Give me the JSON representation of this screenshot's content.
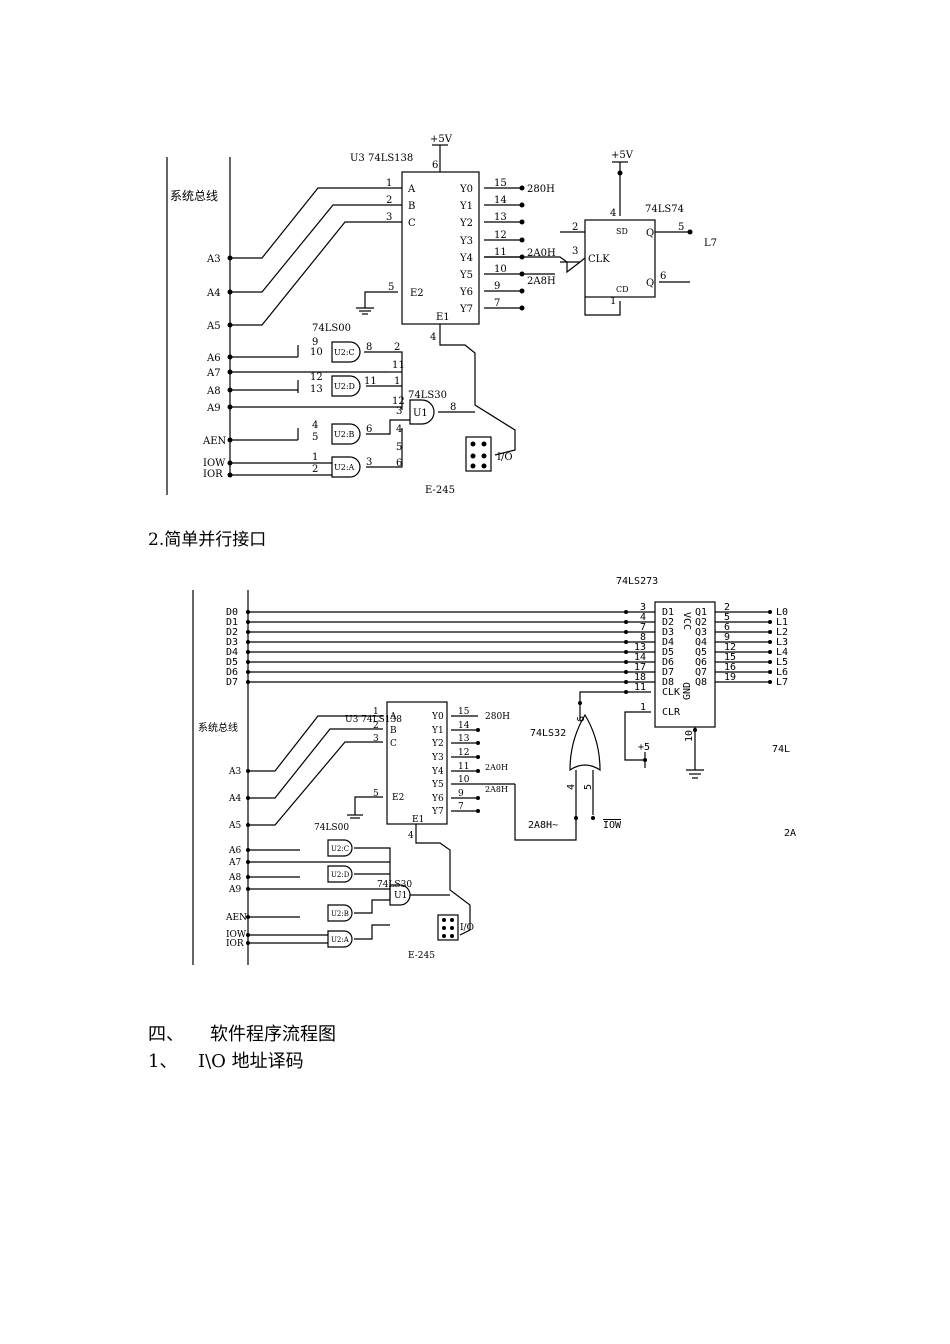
{
  "diagram1": {
    "bus_label": "系统总线",
    "chip_u3": "U3 74LS138",
    "vcc": "+5V",
    "vcc_pin": "6",
    "inputs": [
      "A",
      "B",
      "C"
    ],
    "input_pins": [
      "1",
      "2",
      "3"
    ],
    "e2_label": "E2",
    "e2_pin": "5",
    "e1_label": "E1",
    "e1_pin": "4",
    "outputs": [
      "Y0",
      "Y1",
      "Y2",
      "Y3",
      "Y4",
      "Y5",
      "Y6",
      "Y7"
    ],
    "output_pins": [
      "15",
      "14",
      "13",
      "12",
      "11",
      "10",
      "9",
      "7"
    ],
    "addr_280": "280H",
    "addr_2a0": "2A0H",
    "addr_2a8": "2A8H",
    "bus_signals": [
      "A3",
      "A4",
      "A5",
      "A6",
      "A7",
      "A8",
      "A9",
      "AEN",
      "IOW",
      "IOR"
    ],
    "chip_74ls00": "74LS00",
    "gates": [
      "U2:C",
      "U2:D",
      "U2:B",
      "U2:A"
    ],
    "chip_74ls30": "74LS30",
    "u1": "U1",
    "ff_chip": "74LS74",
    "ff_vcc": "+5V",
    "clk": "CLK",
    "q_out": "L7",
    "sd": "SD",
    "cd": "CD",
    "q": "Q",
    "qbar": "Q",
    "jumper": "E-245",
    "io": "I/O",
    "pins": {
      "ff_d": "2",
      "ff_clk": "3",
      "ff_sd": "4",
      "ff_q": "5",
      "ff_cd": "1",
      "ff_qb": "6",
      "g_c_a": "9",
      "g_c_b": "10",
      "g_c_o": "8",
      "g_d_a": "12",
      "g_d_b": "13",
      "g_d_o": "11",
      "g_b_a": "4",
      "g_b_b": "5",
      "g_b_o": "6",
      "g_a_a": "1",
      "g_a_b": "2",
      "g_a_o": "3",
      "nand_in": [
        "2",
        "11",
        "1",
        "12",
        "3",
        "4",
        "5",
        "6"
      ],
      "nand_out": "8"
    }
  },
  "caption2": "2.简单并行接口",
  "diagram2": {
    "chip_273": "74LS273",
    "data_lines": [
      "D0",
      "D1",
      "D2",
      "D3",
      "D4",
      "D5",
      "D6",
      "D7"
    ],
    "d_pins": [
      "3",
      "4",
      "7",
      "8",
      "13",
      "14",
      "17",
      "18"
    ],
    "d_names": [
      "D1",
      "D2",
      "D3",
      "D4",
      "D5",
      "D6",
      "D7",
      "D8"
    ],
    "q_names": [
      "Q1",
      "Q2",
      "Q3",
      "Q4",
      "Q5",
      "Q6",
      "Q7",
      "Q8"
    ],
    "q_pins": [
      "2",
      "5",
      "6",
      "9",
      "12",
      "15",
      "16",
      "19"
    ],
    "leds": [
      "L0",
      "L1",
      "L2",
      "L3",
      "L4",
      "L5",
      "L6",
      "L7"
    ],
    "vcc": "VCC",
    "gnd": "GND",
    "clk": "CLK",
    "clr": "CLR",
    "clk_pin": "11",
    "clr_pin": "1",
    "gnd_pin": "10",
    "plus5": "+5",
    "chip_74ls32": "74LS32",
    "or_pins": [
      "6",
      "4",
      "5"
    ],
    "addr_2a8": "2A8H~",
    "iow": "IOW",
    "right_74l": "74L",
    "right_2a": "2A",
    "bus_label": "系统总线",
    "chip_u3": "U3 74LS138"
  },
  "section4": {
    "num": "四、",
    "title": "软件程序流程图"
  },
  "item1": {
    "num": "1、",
    "title": "I\\O 地址译码"
  }
}
